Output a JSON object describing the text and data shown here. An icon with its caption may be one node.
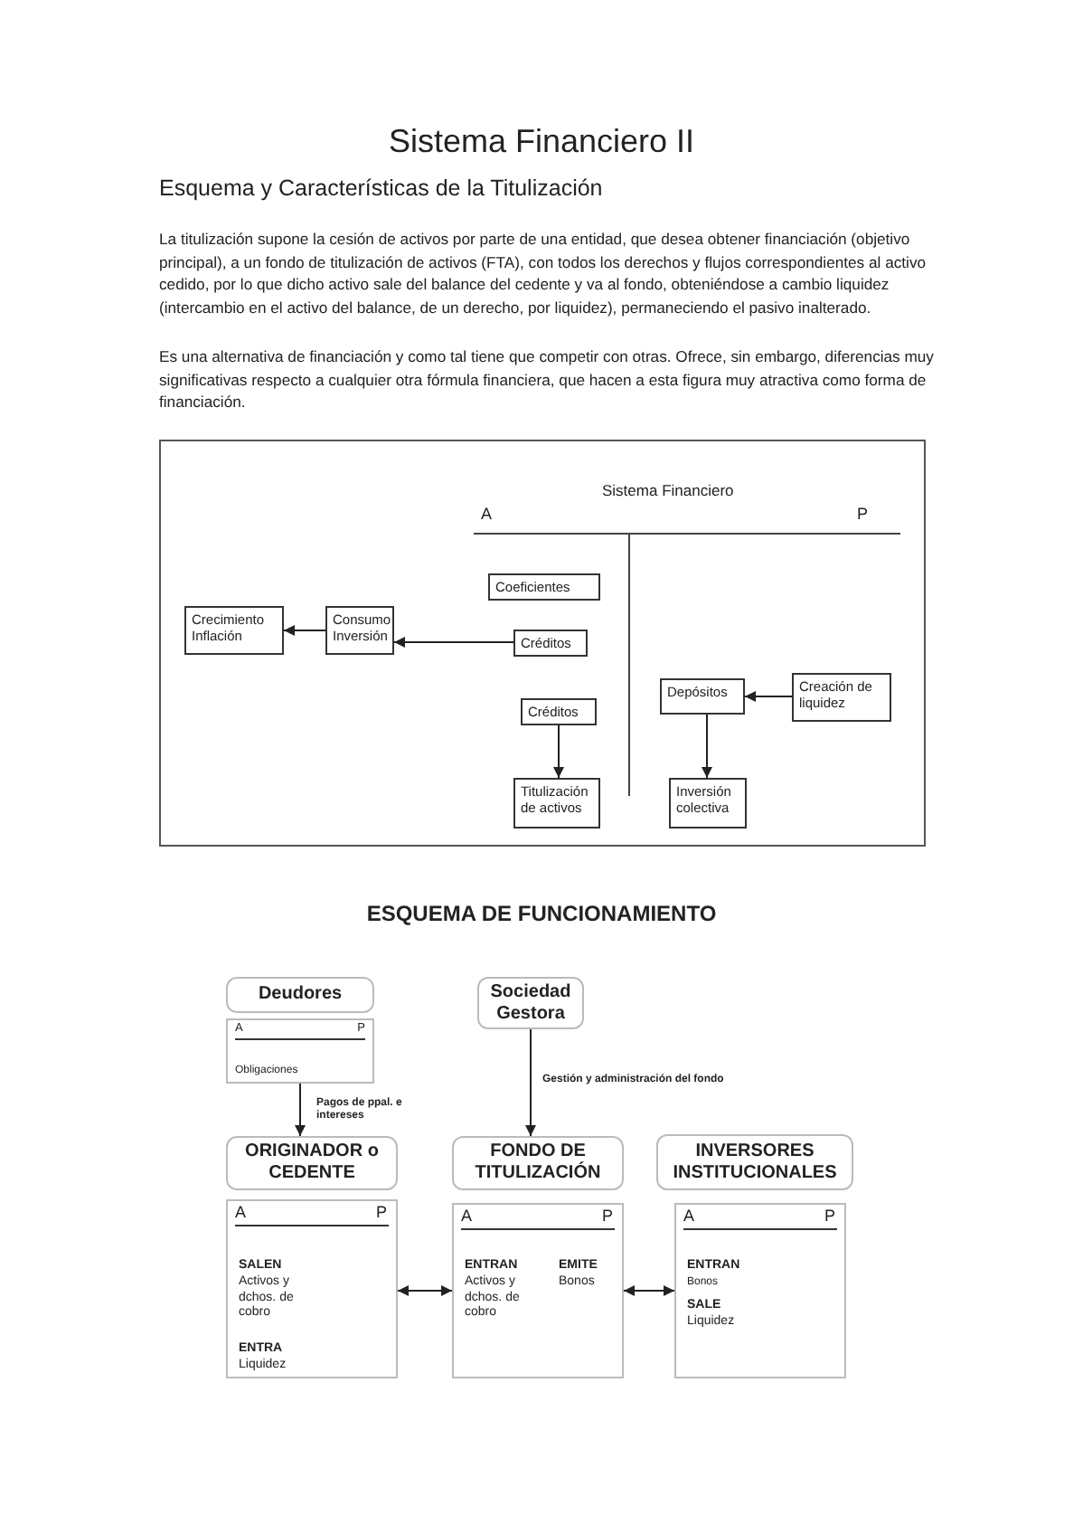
{
  "diagram": {
    "title": "Sistema Financiero II",
    "nodes": [
      {
        "text": [
          "Coeficientes"
        ]
      },
      {
        "text": [
          "Crecimiento Inflación"
        ]
      },
      {
        "text": [
          "Consumo Inversión"
        ]
      },
      {
        "text": [
          "Créditos"
        ]
      },
      {
        "text": [
          "Créditos"
        ]
      },
      {
        "text": [
          "Titulización de activos"
        ]
      },
      {
        "text": [
          "Depósitos"
        ]
      },
      {
        "text": [
          "Creación de liquidez"
        ]
      },
      {
        "text": [
          "Inversión colectiva"
        ]
      },
      {
        "text": [
          "Deudores"
        ]
      },
      {
        "text": [
          "A",
          "P",
          "Obligaciones"
        ]
      },
      {
        "text": [
          "Sociedad Gestora"
        ]
      },
      {
        "text": [
          "ORIGINADOR o CEDENTE"
        ]
      },
      {
        "text": [
          "A",
          "P",
          "SALEN",
          "Activos y dchos. de cobro",
          "ENTRA",
          "Liquidez"
        ]
      },
      {
        "text": [
          "FONDO DE TITULIZACIÓN"
        ]
      },
      {
        "text": [
          "A",
          "P",
          "ENTRAN",
          "Activos y dchos. de cobro",
          "EMITE",
          "Bonos"
        ]
      },
      {
        "text": [
          "INVERSORES INSTITUCIONALES"
        ]
      },
      {
        "text": [
          "A",
          "P",
          "ENTRAN",
          "Bonos",
          "SALE",
          "Liquidez"
        ]
      }
    ],
    "edges": [
      {
        "from": 3,
        "to": 2,
        "arrow": "to"
      },
      {
        "from": 2,
        "to": 1,
        "arrow": "to"
      },
      {
        "from": 4,
        "to": 5,
        "arrow": "to"
      },
      {
        "from": 7,
        "to": 6,
        "arrow": "to"
      },
      {
        "from": 6,
        "to": 8,
        "arrow": "to"
      },
      {
        "from": 10,
        "to": 12,
        "arrow": "to",
        "label": "Pagos de ppal. e intereses"
      },
      {
        "from": 11,
        "to": 14,
        "arrow": "to",
        "label": "Gestión y administración del fondo"
      },
      {
        "from": 13,
        "to": 15,
        "arrow": "both"
      },
      {
        "from": 15,
        "to": 17,
        "arrow": "both"
      }
    ],
    "labels": [
      "Esquema y Características de la Titulización",
      "La titulización supone la cesión de activos por parte de una entidad, que desea obtener financiación (objetivo principal), a un fondo de titulización de activos (FTA), con todos los derechos y flujos correspondientes al activo cedido, por lo que dicho activo sale del balance del cedente y va al fondo, obteniéndose a cambio liquidez (intercambio en el activo del balance, de un derecho, por liquidez), permaneciendo el pasivo inalterado.",
      "Es una alternativa de financiación y como tal tiene que competir con otras. Ofrece, sin embargo, diferencias muy significativas respecto a cualquier otra fórmula financiera, que hacen a esta figura muy atractiva como forma de financiación.",
      "Sistema Financiero",
      "A",
      "P",
      "ESQUEMA DE FUNCIONAMIENTO"
    ]
  }
}
